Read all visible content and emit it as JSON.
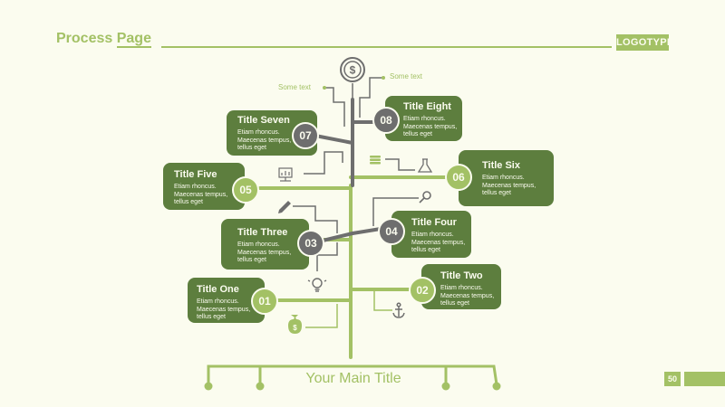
{
  "header": {
    "title_a": "Process ",
    "title_b": "Page",
    "logo": "LOGOTYPE"
  },
  "diagram": {
    "top_icon": "dollar-coin-icon",
    "some_text_left": "Some text",
    "some_text_right": "Some text",
    "main_title": "Your Main Title",
    "steps": [
      {
        "num": "01",
        "title": "Title One",
        "body": "Etiam rhoncus.\nMaecenas tempus,\ntellus eget",
        "icon": "lightbulb-icon"
      },
      {
        "num": "02",
        "title": "Title Two",
        "body": "Etiam rhoncus.\nMaecenas tempus,\ntellus eget",
        "icon": "anchor-icon"
      },
      {
        "num": "03",
        "title": "Title Three",
        "body": "Etiam rhoncus.\nMaecenas tempus,\ntellus eget",
        "icon": "pencil-icon"
      },
      {
        "num": "04",
        "title": "Title Four",
        "body": "Etiam rhoncus.\nMaecenas tempus,\ntellus eget",
        "icon": "magnifier-icon"
      },
      {
        "num": "05",
        "title": "Title Five",
        "body": "Etiam rhoncus.\nMaecenas tempus,\ntellus eget",
        "icon": "chart-board-icon"
      },
      {
        "num": "06",
        "title": "Title Six",
        "body": "Etiam rhoncus.\nMaecenas tempus,\ntellus eget",
        "icon": "flask-icon"
      },
      {
        "num": "07",
        "title": "Title Seven",
        "body": "Etiam rhoncus.\nMaecenas tempus,\ntellus eget",
        "icon": "coin-stack-icon"
      },
      {
        "num": "08",
        "title": "Title Eight",
        "body": "Etiam rhoncus.\nMaecenas tempus,\ntellus eget",
        "icon": "money-bag-icon"
      }
    ]
  },
  "footer": {
    "page_number": "50"
  },
  "colors": {
    "green_light": "#a3c165",
    "green_dark": "#5d7e3e",
    "gray": "#6e6e6e",
    "background": "#fbfcef"
  }
}
